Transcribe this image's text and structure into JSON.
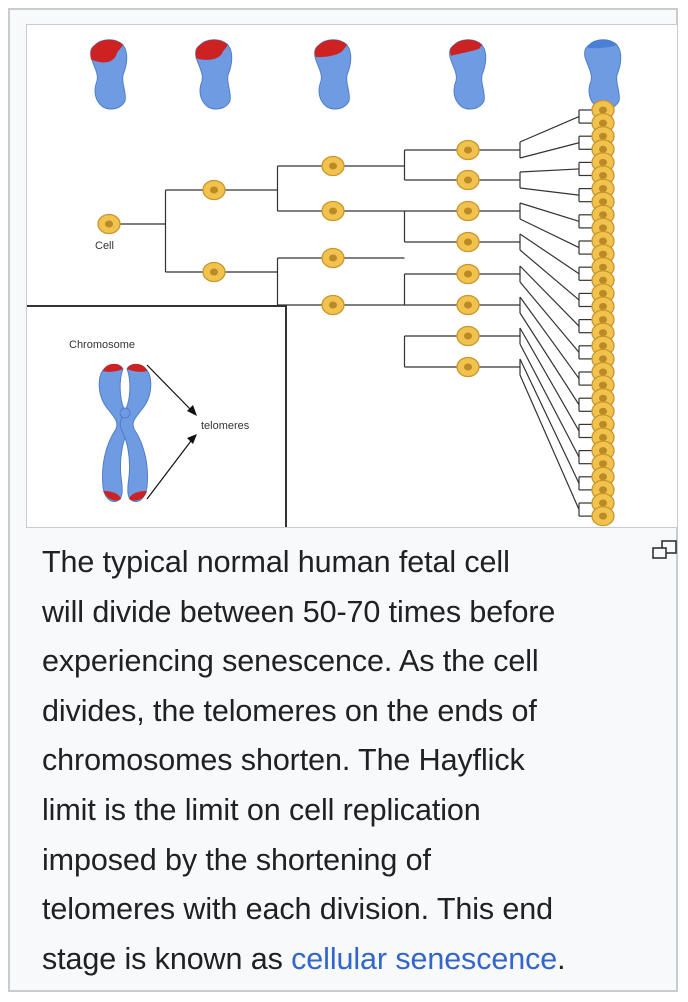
{
  "diagram": {
    "labels": {
      "cell": "Cell",
      "chromosome": "Chromosome",
      "telomeres": "telomeres"
    },
    "colors": {
      "cell_fill": "#f2c24e",
      "cell_edge": "#c9962a",
      "nucleus": "#b98a25",
      "chromosome_blue": "#6f9be2",
      "telomere_red": "#cc2222",
      "line": "#333333"
    },
    "division_levels": 5,
    "telomere_length_by_stage": [
      1.0,
      0.85,
      0.65,
      0.45,
      0.2
    ]
  },
  "caption": {
    "lines": [
      "The typical normal human fetal cell",
      "will divide between 50-70 times before",
      "experiencing senescence. As the cell",
      "divides, the telomeres on the ends of",
      "chromosomes shorten. The Hayflick",
      "limit is the limit on cell replication",
      "imposed by the shortening of",
      "telomeres with each division. This end"
    ],
    "last_line_prefix": "stage is known as ",
    "link_text": "cellular senescence",
    "last_line_suffix": "."
  },
  "icons": {
    "enlarge": "magnify-clip-icon"
  }
}
